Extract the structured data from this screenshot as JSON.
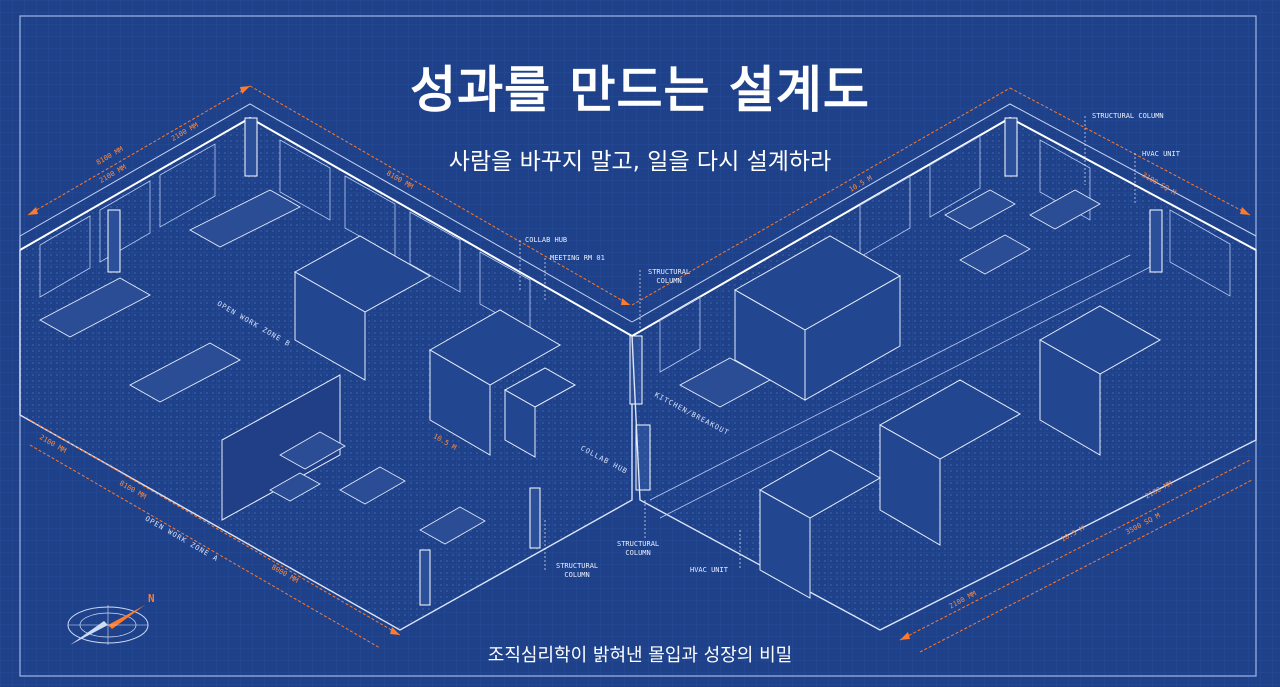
{
  "title": "성과를 만드는 설계도",
  "subtitle": "사람을 바꾸지 말고, 일을 다시 설계하라",
  "footer": "조직심리학이 밝혀낸 몰입과 성장의 비밀",
  "colors": {
    "background": "#1e418a",
    "line": "#cfdcf7",
    "dimension": "#ff7a2a",
    "text": "#ffffff"
  },
  "labels": {
    "collab_hub": "COLLAB HUB",
    "meeting_rm": "MEETING RM 01",
    "structural_column": "STRUCTURAL\nCOLUMN",
    "structural_column_right": "STRUCTURAL COLUMN",
    "hvac_unit": "HVAC UNIT",
    "kitchen": "KITCHEN/BREAKOUT",
    "collab_floor": "COLLAB HUB",
    "open_work_zone_b": "OPEN WORK ZONE B",
    "open_work_zone_a": "OPEN WORK ZONE A",
    "compass_n": "N"
  },
  "dimensions": {
    "d1": "8100 MM",
    "d2": "2100 MM",
    "d3": "2100 MM",
    "d4": "8100 MM",
    "d5": "10.5 M",
    "d6": "3100 SQ M",
    "d7": "10.5 M",
    "d8": "2100 MM",
    "d9": "8100 MM",
    "d10": "8000 MM",
    "d11": "2100 MM",
    "d12": "10.5 M",
    "d13": "3500 SQ M",
    "d14": "2100 MM"
  }
}
